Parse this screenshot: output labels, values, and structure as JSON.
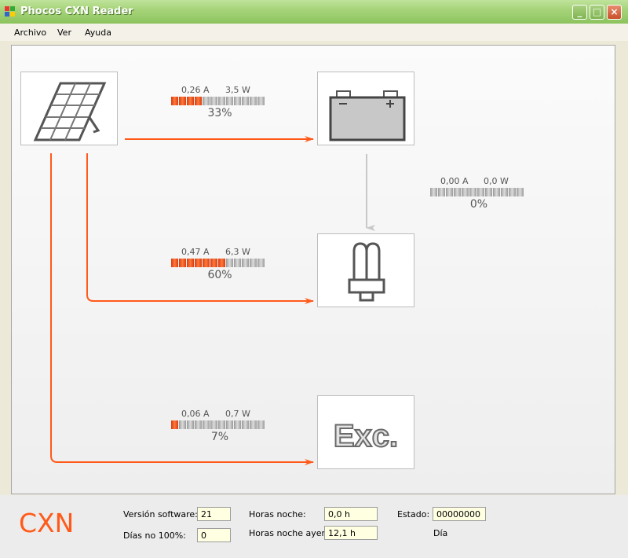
{
  "window": {
    "title": "Phocos CXN Reader",
    "minimize": "_",
    "maximize": "□",
    "close": "×"
  },
  "menu": {
    "file": "Archivo",
    "view": "Ver",
    "help": "Ayuda"
  },
  "colors": {
    "accent": "#ff5a1a",
    "flow_active": "#ff5a1a",
    "flow_inactive": "#c8c8c8",
    "field_bg": "#ffffe1"
  },
  "devices": {
    "solar": "solar-panel-icon",
    "battery": "battery-icon",
    "load": "lamp-icon",
    "excess": "excess-icon",
    "excess_text": "Exc."
  },
  "meters": {
    "solar_battery": {
      "current": "0,26 A",
      "power": "3,5 W",
      "percent": "33%",
      "fraction": 0.33
    },
    "battery_load": {
      "current": "0,00 A",
      "power": "0,0 W",
      "percent": "0%",
      "fraction": 0.0
    },
    "solar_load": {
      "current": "0,47 A",
      "power": "6,3 W",
      "percent": "60%",
      "fraction": 0.6
    },
    "solar_excess": {
      "current": "0,06 A",
      "power": "0,7 W",
      "percent": "7%",
      "fraction": 0.07
    }
  },
  "status": {
    "brand": "CXN",
    "software_label": "Versión software:",
    "software_value": "21",
    "days_label": "Días no 100%:",
    "days_value": "0",
    "night_label": "Horas noche:",
    "night_value": "0,0 h",
    "night_yesterday_label": "Horas noche ayer:",
    "night_yesterday_value": "12,1 h",
    "state_label": "Estado:",
    "state_value": "00000000",
    "state_text": "Día"
  }
}
